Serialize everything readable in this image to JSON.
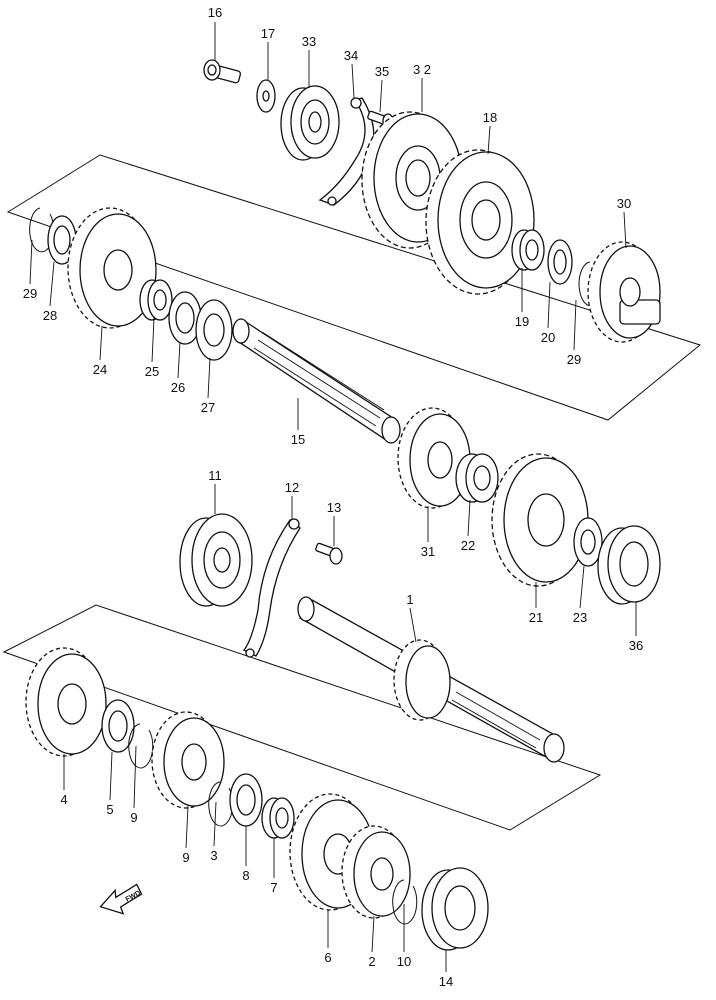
{
  "diagram": {
    "callouts": {
      "c16": "16",
      "c17": "17",
      "c33": "33",
      "c34": "34",
      "c35": "35",
      "c32": "3 2",
      "c18": "18",
      "c30": "30",
      "c29a": "29",
      "c28": "28",
      "c24": "24",
      "c25": "25",
      "c26": "26",
      "c27": "27",
      "c15": "15",
      "c19": "19",
      "c20": "20",
      "c29b": "29",
      "c11": "11",
      "c12": "12",
      "c13": "13",
      "c31": "31",
      "c22": "22",
      "c21": "21",
      "c23": "23",
      "c36": "36",
      "c1": "1",
      "c4": "4",
      "c5": "5",
      "c9a": "9",
      "c9b": "9",
      "c3": "3",
      "c8": "8",
      "c7": "7",
      "c6": "6",
      "c2": "2",
      "c10": "10",
      "c14": "14"
    },
    "fwd_label": "FWD"
  }
}
